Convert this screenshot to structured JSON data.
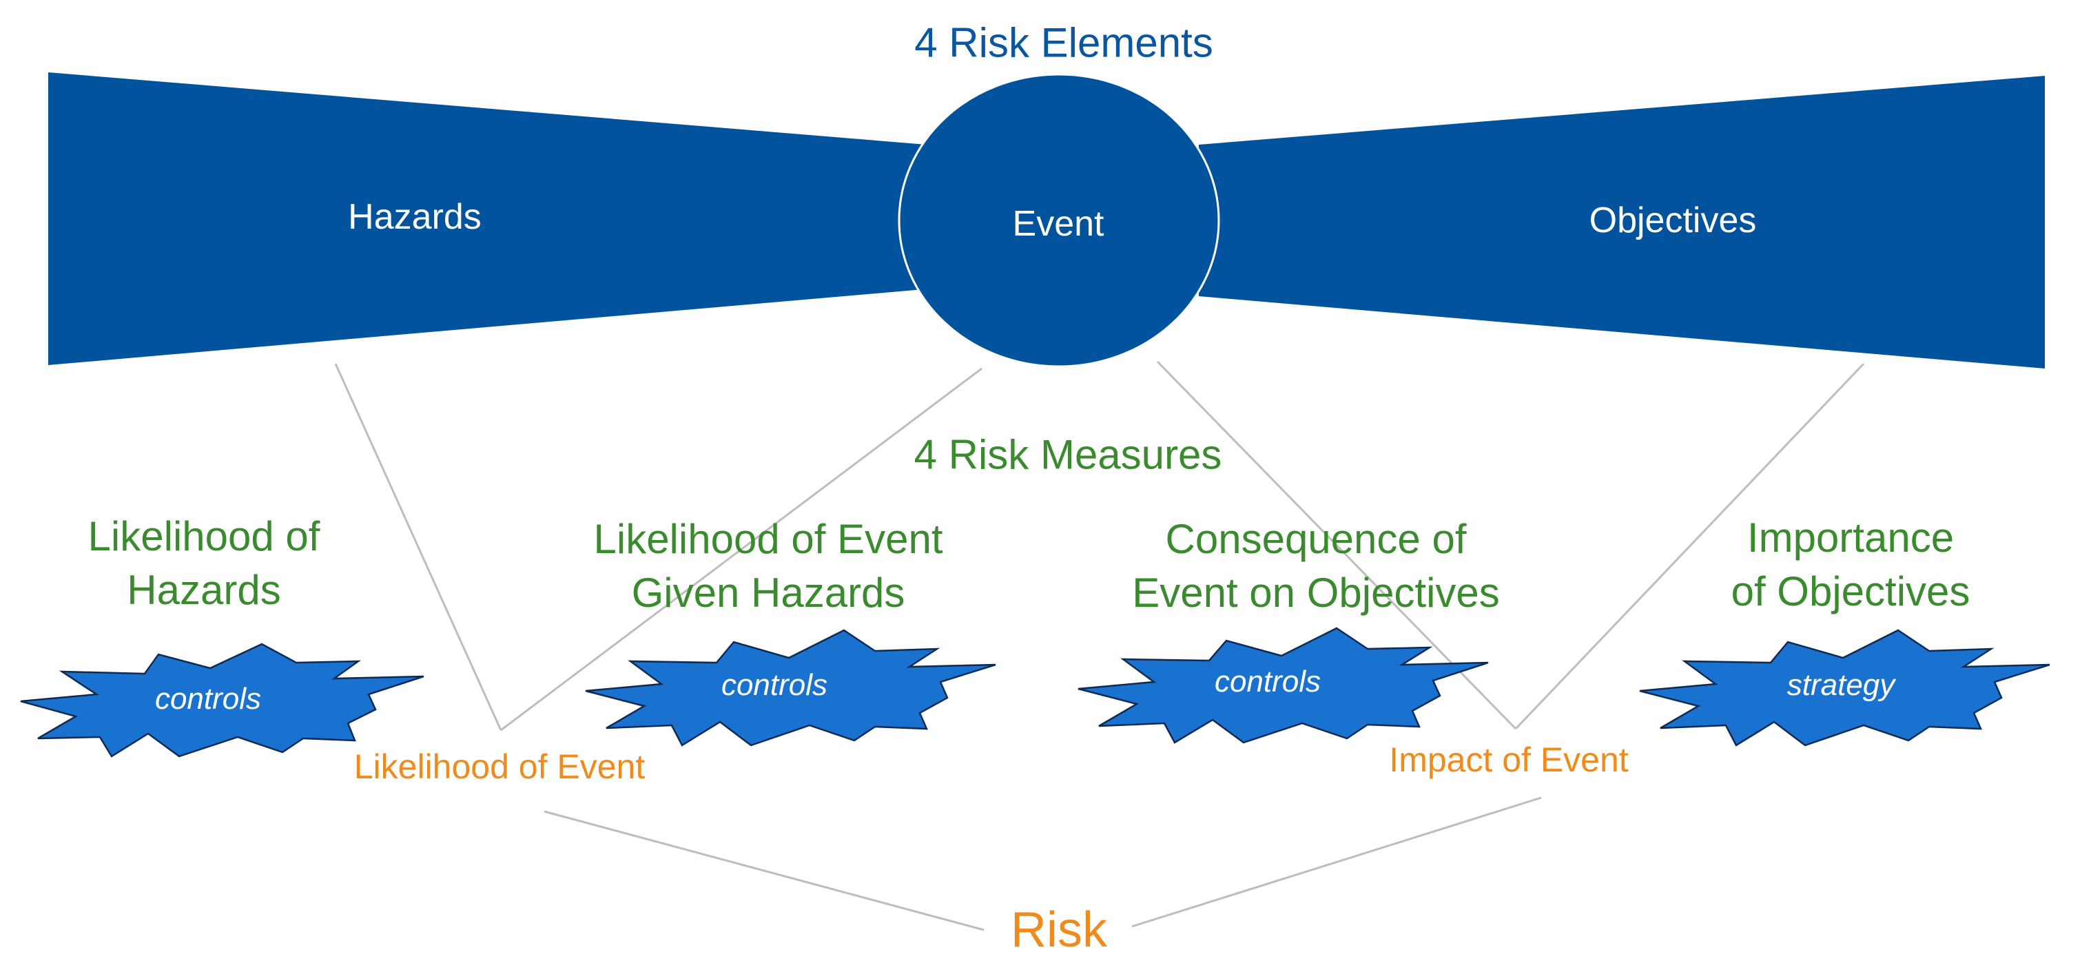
{
  "diagram": {
    "title_elements": "4 Risk Elements",
    "title_measures": "4 Risk Measures",
    "nodes": {
      "hazards": "Hazards",
      "event": "Event",
      "objectives": "Objectives"
    },
    "measures": [
      {
        "line1": "Likelihood of",
        "line2": "Hazards"
      },
      {
        "line1": "Likelihood of Event",
        "line2": "Given Hazards"
      },
      {
        "line1": "Consequence of",
        "line2": "Event on Objectives"
      },
      {
        "line1": "Importance",
        "line2": "of Objectives"
      }
    ],
    "bursts": [
      "controls",
      "controls",
      "controls",
      "strategy"
    ],
    "derived": {
      "likelihood_of_event": "Likelihood of Event",
      "impact_of_event": "Impact of Event"
    },
    "result": "Risk",
    "colors": {
      "bowtie_fill": "#00539c",
      "burst_fill": "#1a72d0",
      "burst_stroke": "#0d2a52",
      "title_blue": "#0a56a0",
      "measure_green": "#3a8a2e",
      "orange": "#f08a1a",
      "connector_gray": "#bdbdbd"
    }
  }
}
